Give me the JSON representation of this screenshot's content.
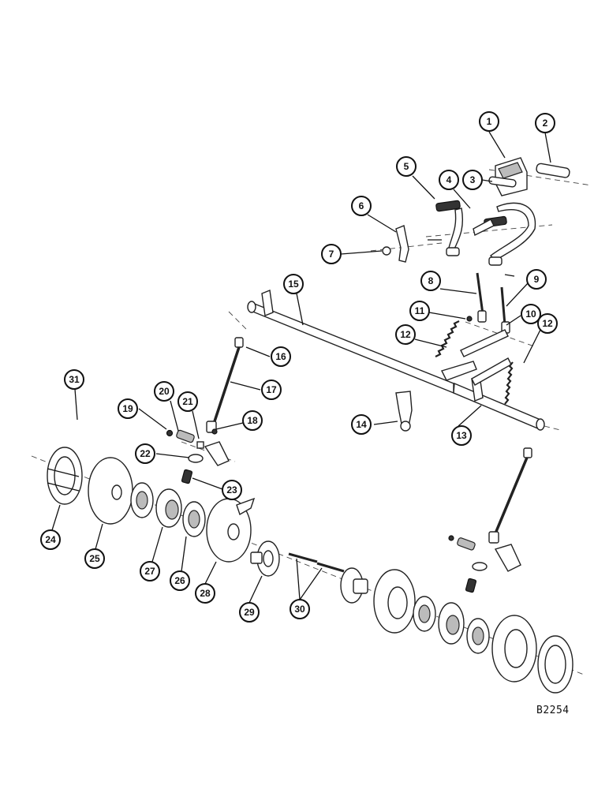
{
  "drawing_number": "B2254",
  "callouts": [
    "1",
    "2",
    "3",
    "4",
    "5",
    "6",
    "7",
    "8",
    "9",
    "10",
    "11",
    "12",
    "12",
    "13",
    "14",
    "15",
    "16",
    "17",
    "18",
    "19",
    "20",
    "21",
    "22",
    "23",
    "24",
    "25",
    "26",
    "27",
    "28",
    "29",
    "30",
    "31"
  ],
  "colors": {
    "ink": "#111111",
    "paper": "#ffffff",
    "shade": "#bbbbbb"
  }
}
